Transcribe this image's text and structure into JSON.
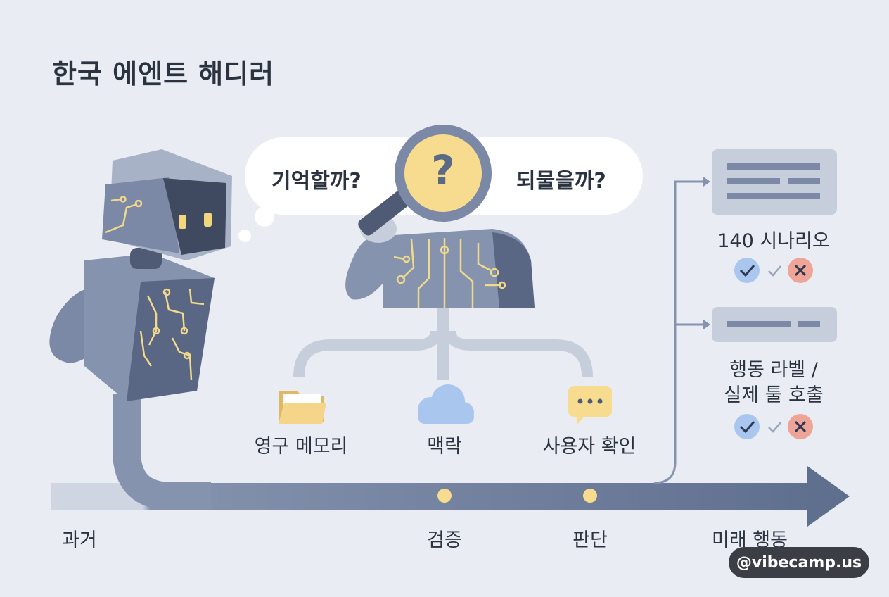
{
  "title": "한국 에엔트 해디러",
  "bubble": {
    "left_question": "기억할까?",
    "right_question": "되물을까?",
    "center_mark": "?"
  },
  "branches": {
    "memory": "영구 메모리",
    "context": "맥락",
    "user_confirm": "사용자 확인"
  },
  "outputs": {
    "scenarios": "140 시나리오",
    "action_label_line1": "행동 라벨 /",
    "action_label_line2": "실제 툴 호출"
  },
  "timeline": {
    "past": "과거",
    "verify": "검증",
    "judge": "판단",
    "future": "미래 행동"
  },
  "watermark": "@vibecamp.us",
  "colors": {
    "background": "#e9edf3",
    "robot_body": "#7b88a6",
    "robot_dark": "#5a6784",
    "circuit": "#f0d98a",
    "arrow": "#6d7d9b",
    "accent_yellow": "#f7dc8f",
    "check_blue": "#a9c6ef",
    "cross_red": "#eea597"
  }
}
